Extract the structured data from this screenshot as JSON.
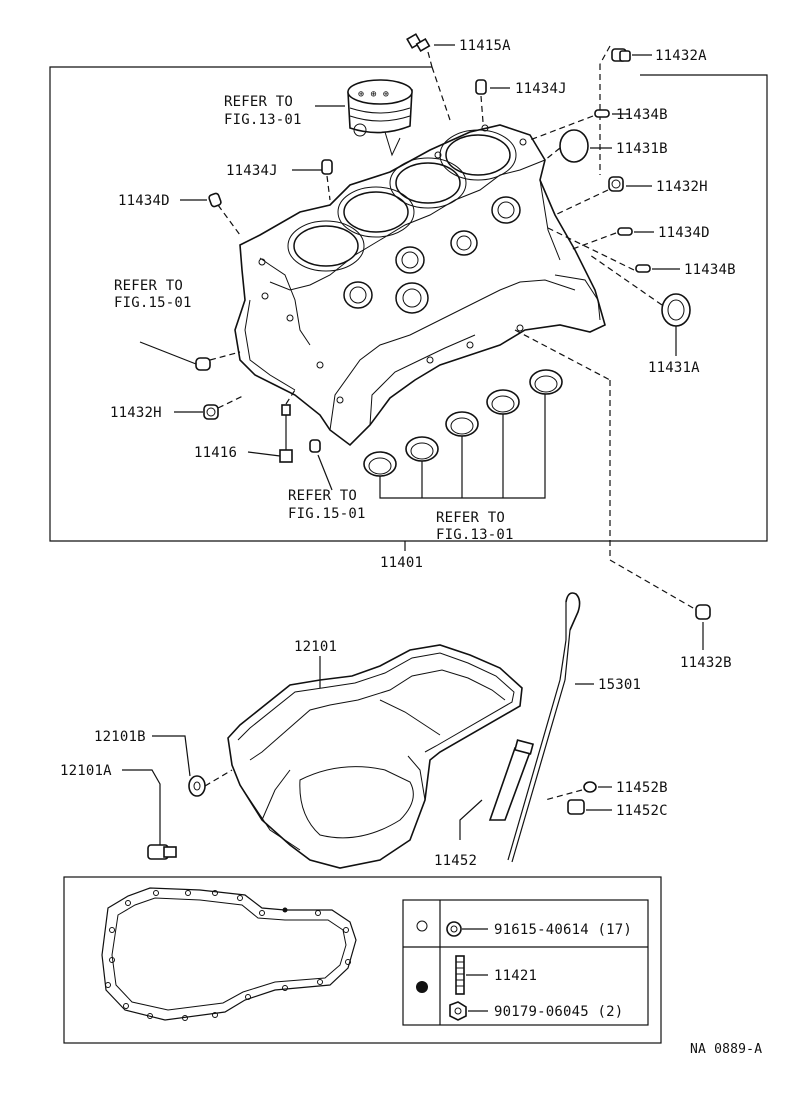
{
  "labels": {
    "p11415A": "11415A",
    "p11432A": "11432A",
    "p11434J_top": "11434J",
    "p11434B_top": "11434B",
    "p11431B": "11431B",
    "p11432H_right": "11432H",
    "p11434D_right": "11434D",
    "p11434B_right": "11434B",
    "p11431A": "11431A",
    "p11434J_left": "11434J",
    "p11434D_left": "11434D",
    "p11432H_left": "11432H",
    "p11416": "11416",
    "p11401": "11401",
    "p11432B": "11432B",
    "p12101": "12101",
    "p15301": "15301",
    "p12101B": "12101B",
    "p12101A": "12101A",
    "p11452B": "11452B",
    "p11452C": "11452C",
    "p11452": "11452",
    "p11421": "11421",
    "p91615": "91615-40614 (17)",
    "p90179": "90179-06045 (2)",
    "refer_piston_l1": "REFER TO",
    "refer_piston_l2": "FIG.13-01",
    "refer_left_l1": "REFER TO",
    "refer_left_l2": "FIG.15-01",
    "refer_bottom1_l1": "REFER TO",
    "refer_bottom1_l2": "FIG.15-01",
    "refer_bottom2_l1": "REFER TO",
    "refer_bottom2_l2": "FIG.13-01",
    "footer_code": "NA  0889-A"
  }
}
